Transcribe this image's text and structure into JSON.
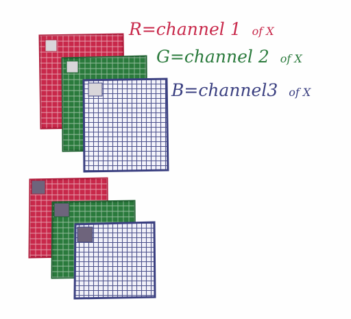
{
  "colors": {
    "red": "#c8284a",
    "green": "#2a7a3c",
    "blue": "#3a3f80",
    "corner_light": "#d9d6da",
    "corner_dark": "#6e647c"
  },
  "labels": {
    "r": {
      "prefix": "R=channel 1",
      "suffix": "of X"
    },
    "g": {
      "prefix": "G=channel 2",
      "suffix": "of X"
    },
    "b": {
      "prefix": "B=channel3",
      "suffix": "of X"
    }
  }
}
